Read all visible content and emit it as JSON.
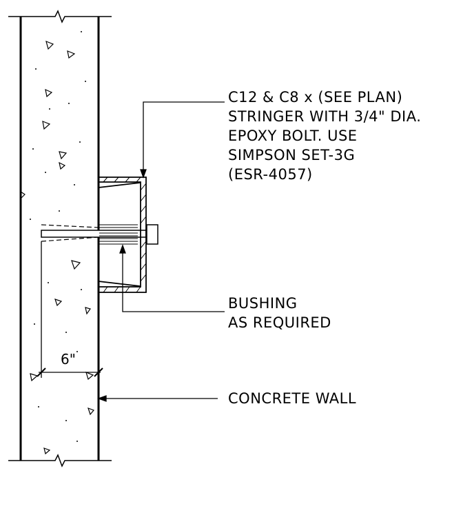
{
  "notes": {
    "stringer": {
      "line1": "C12 & C8 x (SEE PLAN)",
      "line2": "STRINGER WITH 3/4\" DIA.",
      "line3": "EPOXY BOLT. USE",
      "line4": "SIMPSON SET-3G",
      "line5": "(ESR-4057)"
    },
    "bushing": {
      "line1": "BUSHING",
      "line2": "AS REQUIRED"
    },
    "wall": {
      "line1": "CONCRETE WALL"
    }
  },
  "dimension": {
    "embed_depth": "6\""
  },
  "colors": {
    "ink": "#000000",
    "background": "#ffffff"
  }
}
